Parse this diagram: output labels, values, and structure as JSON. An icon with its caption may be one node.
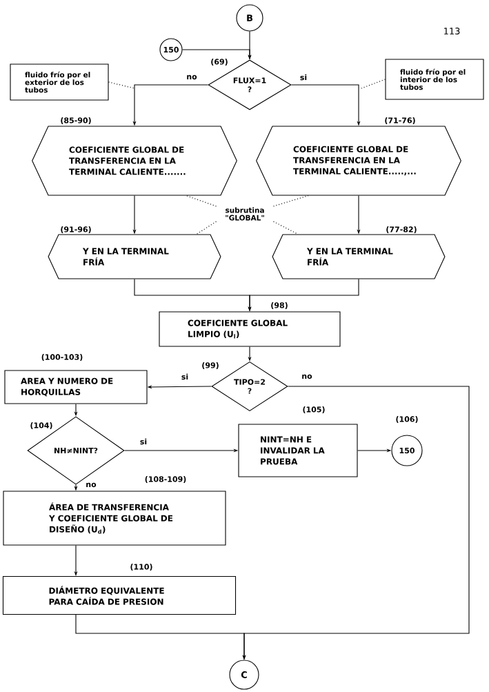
{
  "diagram": {
    "nodes": [
      {
        "text": [
          "B"
        ]
      },
      {
        "text": [
          "150"
        ]
      },
      {
        "text": [
          "FLUX=1 ?"
        ],
        "beside": [
          "(69)"
        ]
      },
      {
        "text": [
          "fluido frío por el exterior de los tubos"
        ]
      },
      {
        "text": [
          "fluido frío por el interior de los tubos"
        ]
      },
      {
        "text": [
          "COEFICIENTE GLOBAL DE TRANSFERENCIA EN LA TERMINAL CALIENTE......."
        ],
        "beside": [
          "(85-90)"
        ]
      },
      {
        "text": [
          "COEFICIENTE GLOBAL DE TRANSFERENCIA EN LA TERMINAL CALIENTE.....,..."
        ],
        "beside": [
          "(71-76)"
        ]
      },
      {
        "text": [
          "subrutina \"GLOBAL\""
        ]
      },
      {
        "text": [
          "Y EN LA TERMINAL FRÍA"
        ],
        "beside": [
          "(91-96)"
        ]
      },
      {
        "text": [
          "Y EN LA TERMINAL FRÍA"
        ],
        "beside": [
          "(77-82)"
        ]
      },
      {
        "text": [
          "COEFICIENTE GLOBAL LIMPIO (U$_{l}$)"
        ],
        "beside": [
          "(98)"
        ]
      },
      {
        "text": [
          "TIPO=2 ?"
        ],
        "beside": [
          "(99)"
        ]
      },
      {
        "text": [
          "AREA Y NUMERO DE HORQUILLAS"
        ],
        "beside": [
          "(100-103)"
        ]
      },
      {
        "text": [
          "NH≠NINT?"
        ],
        "beside": [
          "(104)"
        ]
      },
      {
        "text": [
          "NINT=NH E INVALIDAR LA PRUEBA"
        ],
        "beside": [
          "(105)"
        ]
      },
      {
        "text": [
          "150"
        ],
        "beside": [
          "(106)"
        ]
      },
      {
        "text": [
          "ÁREA DE TRANSFERENCIA Y COEFICIENTE GLOBAL DE DISEÑO (U$_{d}$)"
        ],
        "beside": [
          "(108-109)"
        ]
      },
      {
        "text": [
          "DIÁMETRO EQUIVALENTE PARA CAÍDA DE PRESION"
        ],
        "beside": [
          "(110)"
        ]
      },
      {
        "text": [
          "C"
        ]
      }
    ],
    "edges": [
      {
        "from": 0,
        "to": 2,
        "arrow": "to"
      },
      {
        "from": 1,
        "to": 2,
        "arrow": "to"
      },
      {
        "from": 2,
        "to": 5,
        "arrow": "to",
        "label": "no"
      },
      {
        "from": 2,
        "to": 6,
        "arrow": "to",
        "label": "si"
      },
      {
        "from": 3,
        "to": null,
        "arrow": "none",
        "style": "dashed"
      },
      {
        "from": 4,
        "to": null,
        "arrow": "none",
        "style": "dashed"
      },
      {
        "from": 7,
        "to": 5,
        "arrow": "none",
        "style": "dashed"
      },
      {
        "from": 7,
        "to": 6,
        "arrow": "none",
        "style": "dashed"
      },
      {
        "from": 7,
        "to": 8,
        "arrow": "none",
        "style": "dashed"
      },
      {
        "from": 7,
        "to": 9,
        "arrow": "none",
        "style": "dashed"
      },
      {
        "from": 5,
        "to": 8,
        "arrow": "to"
      },
      {
        "from": 6,
        "to": 9,
        "arrow": "to"
      },
      {
        "from": 8,
        "to": 10,
        "arrow": "to"
      },
      {
        "from": 9,
        "to": 10,
        "arrow": "to"
      },
      {
        "from": 10,
        "to": 11,
        "arrow": "to"
      },
      {
        "from": 11,
        "to": 12,
        "arrow": "to",
        "label": "si"
      },
      {
        "from": 11,
        "to": 18,
        "arrow": "to",
        "label": "no"
      },
      {
        "from": 12,
        "to": 13,
        "arrow": "to"
      },
      {
        "from": 13,
        "to": 14,
        "arrow": "to",
        "label": "si"
      },
      {
        "from": 13,
        "to": 16,
        "arrow": "to",
        "label": "no"
      },
      {
        "from": 14,
        "to": 15,
        "arrow": "to"
      },
      {
        "from": 16,
        "to": 17,
        "arrow": "to"
      },
      {
        "from": 17,
        "to": 18,
        "arrow": "to"
      }
    ],
    "labels": [
      "113"
    ]
  }
}
